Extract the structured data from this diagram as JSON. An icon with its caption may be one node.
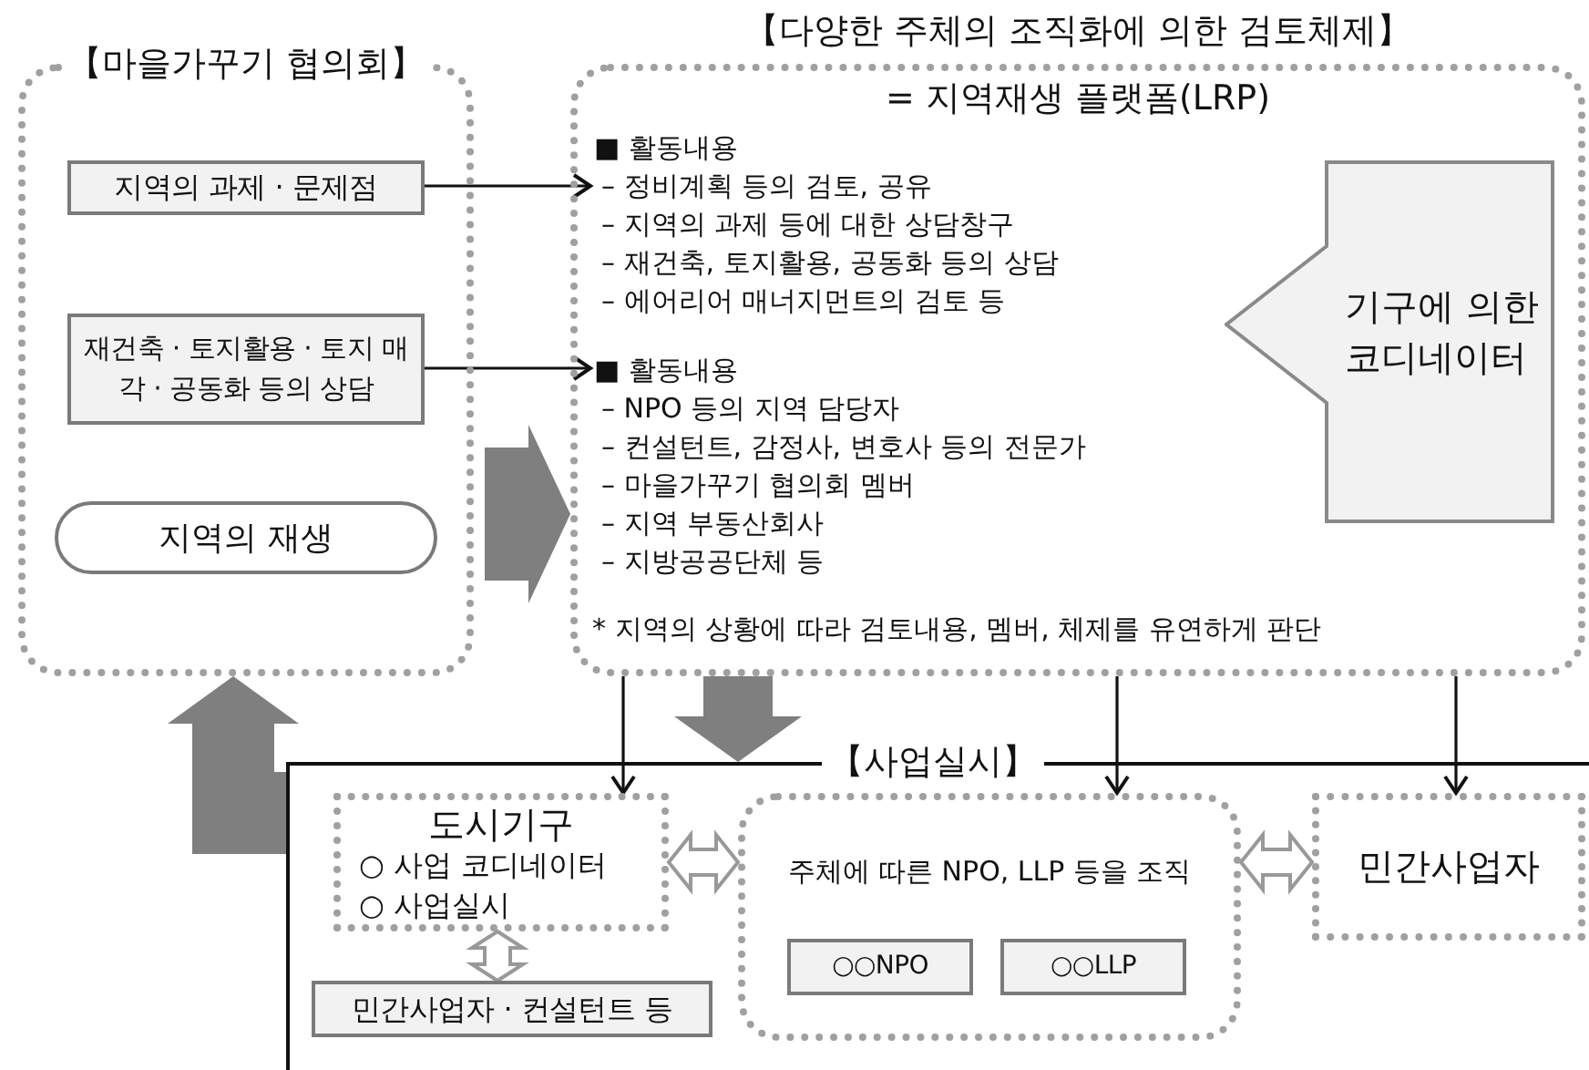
{
  "diagram": {
    "nodes": [
      {
        "text": [
          "【마을가꾸기 협의회】"
        ]
      },
      {
        "text": [
          "지역의 과제 · 문제점"
        ],
        "in": 0
      },
      {
        "text": [
          "재건축 · 토지활용 · 토지 매각 · 공동화 등의 상담"
        ],
        "in": 0
      },
      {
        "text": [
          "지역의 재생"
        ],
        "in": 0
      },
      {
        "text": [
          "【다양한 주체의 조직화에 의한 검토체제】",
          "= 지역재생 플랫폼(LRP)",
          "* 지역의 상황에 따라 검토내용, 멤버, 체제를 유연하게 판단"
        ]
      },
      {
        "text": [
          "■ 활동내용",
          "– 정비계획 등의 검토, 공유",
          "– 지역의 과제 등에 대한 상담창구",
          "– 재건축, 토지활용, 공동화 등의 상담",
          "– 에어리어 매너지먼트의 검토 등"
        ],
        "in": 4
      },
      {
        "text": [
          "■ 활동내용",
          "– NPO 등의 지역 담당자",
          "– 컨설턴트, 감정사, 변호사 등의 전문가",
          "– 마을가꾸기 협의회 멤버",
          "– 지역 부동산회사",
          "– 지방공공단체 등"
        ],
        "in": 4
      },
      {
        "text": [
          "기구에 의한 코디네이터"
        ],
        "in": 4
      },
      {
        "text": [
          "【사업실시】"
        ]
      },
      {
        "text": [
          "도시기구",
          "○ 사업 코디네이터",
          "○ 사업실시"
        ],
        "in": 8
      },
      {
        "text": [
          "주체에 따른 NPO, LLP 등을 조직"
        ],
        "in": 8
      },
      {
        "text": [
          "○○NPO"
        ],
        "in": 10
      },
      {
        "text": [
          "○○LLP"
        ],
        "in": 10
      },
      {
        "text": [
          "민간사업자"
        ],
        "in": 8
      },
      {
        "text": [
          "민간사업자 · 컨설턴트 등"
        ],
        "in": 8
      }
    ],
    "edges": [
      {
        "from": 1,
        "to": 5,
        "arrow": "to"
      },
      {
        "from": 2,
        "to": 6,
        "arrow": "to"
      },
      {
        "from": 0,
        "to": 4,
        "arrow": "to",
        "style": "thick",
        "color": "#7f7f7f"
      },
      {
        "from": 4,
        "to": 8,
        "arrow": "to",
        "style": "thick",
        "color": "#7f7f7f"
      },
      {
        "from": 8,
        "to": 0,
        "arrow": "to",
        "style": "thick",
        "color": "#7f7f7f"
      },
      {
        "from": 4,
        "to": 9,
        "arrow": "to"
      },
      {
        "from": 4,
        "to": 10,
        "arrow": "to"
      },
      {
        "from": 4,
        "to": 13,
        "arrow": "to"
      },
      {
        "from": 9,
        "to": 10,
        "arrow": "both",
        "style": "thick",
        "color": "#999999"
      },
      {
        "from": 10,
        "to": 13,
        "arrow": "both",
        "style": "thick",
        "color": "#999999"
      },
      {
        "from": 9,
        "to": 14,
        "arrow": "both",
        "style": "thick",
        "color": "#999999"
      }
    ]
  }
}
